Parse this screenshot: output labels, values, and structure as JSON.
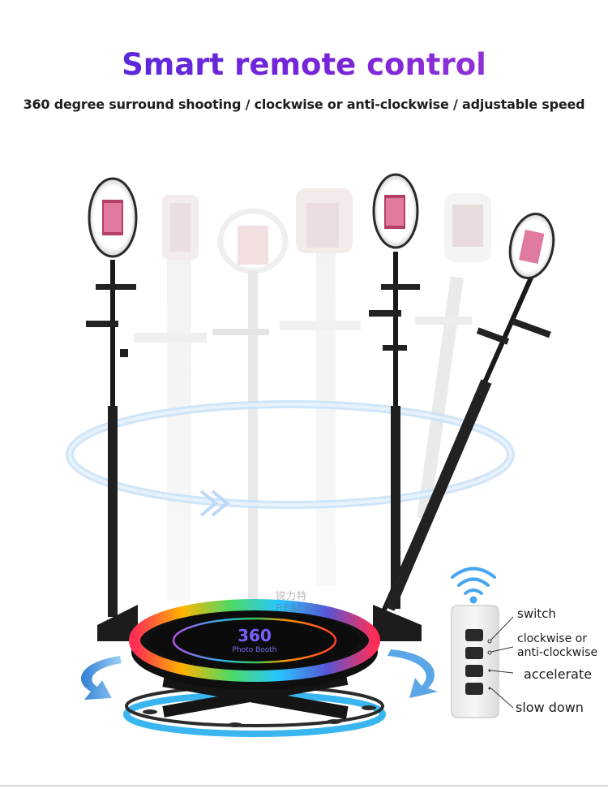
{
  "title": "Smart remote control",
  "subtitle": "360 degree surround shooting / clockwise or anti-clockwise / adjustable speed",
  "platform": {
    "logo_number": "360",
    "logo_text": "Photo Booth"
  },
  "watermark": {
    "cn": "锐力特",
    "en": "REALLY"
  },
  "remote": {
    "buttons": [
      {
        "label": "switch"
      },
      {
        "label": "clockwise or\nanti-clockwise"
      },
      {
        "label": "accelerate"
      },
      {
        "label": "slow down"
      }
    ]
  },
  "colors": {
    "title_gradient_start": "#4b2bdc",
    "title_gradient_end": "#a23cd6",
    "wifi_icon": "#48a6f0",
    "rotation_arrow": "#3b8fd9",
    "orbit_ring": "#bcd9f5"
  }
}
